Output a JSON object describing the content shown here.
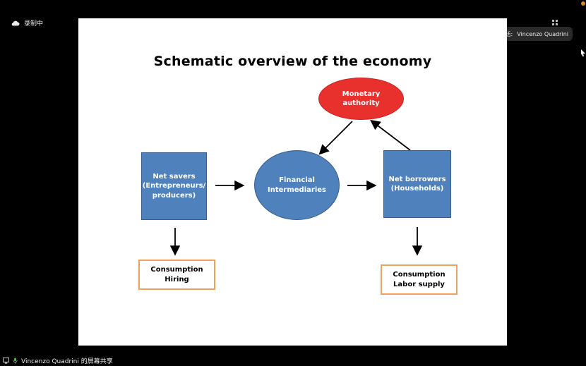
{
  "recording": {
    "label": "录制中",
    "icon": "cloud-icon"
  },
  "speaker": {
    "label": "正在讲话:",
    "name": "Vincenzo Quadrini",
    "icon": "microphone-icon"
  },
  "share": {
    "label": "Vincenzo Quadrini 的屏幕共享",
    "icons": [
      "screen-share-icon",
      "microphone-icon"
    ]
  },
  "slide": {
    "title": "Schematic overview of the economy",
    "nodes": {
      "net_savers": "Net savers\n(Entrepreneurs/\nproducers)",
      "financial": "Financial\nIntermediaries",
      "net_borrowers": "Net borrowers\n(Households)",
      "monetary": "Monetary\nauthority",
      "consumption_hiring": "Consumption\nHiring",
      "consumption_labor": "Consumption\nLabor supply"
    }
  },
  "colors": {
    "box_fill": "#4f81bd",
    "ellipse_red": "#e8312c",
    "outline_orange": "#f0a25a",
    "background": "#000000",
    "slide_bg": "#ffffff"
  }
}
